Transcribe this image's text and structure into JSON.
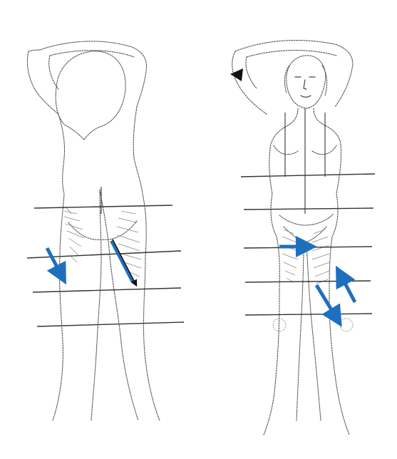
{
  "figure": {
    "panels": [
      {
        "view": "back"
      },
      {
        "view": "front"
      }
    ],
    "colors": {
      "background": "#ffffff",
      "line_art": "#444444",
      "arrow_blue": "#1f6fbf",
      "arrow_black": "#111111"
    },
    "marker_icon": "black-triangle-pointer"
  }
}
